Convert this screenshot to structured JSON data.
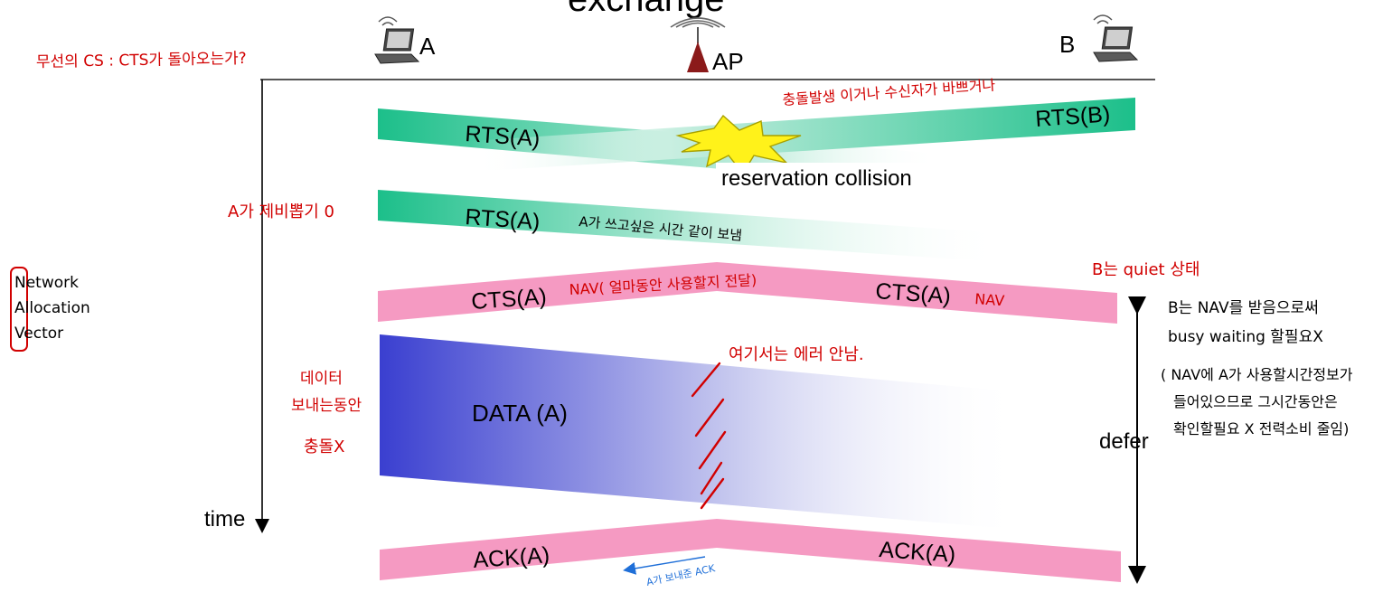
{
  "title": "exchange",
  "nodes": {
    "a": "A",
    "ap": "AP",
    "b": "B"
  },
  "time_label": "time",
  "defer_label": "defer",
  "frames": {
    "rts_a_1": "RTS(A)",
    "rts_b": "RTS(B)",
    "collision": "reservation collision",
    "rts_a_2": "RTS(A)",
    "cts_a_left": "CTS(A)",
    "cts_a_right": "CTS(A)",
    "data_a": "DATA (A)",
    "ack_a_left": "ACK(A)",
    "ack_a_right": "ACK(A)"
  },
  "notes": {
    "top_left": "무선의 CS : CTS가 돌아오는가?",
    "collision_note": "충돌발생 이거나 수신자가 바쁘거나",
    "a_zero": "A가 제비뽑기 0",
    "rts_time": "A가 쓰고싶은 시간 같이 보냄",
    "nav_left": "NAV( 얼마동안 사용할지 전달)",
    "nav_right": "NAV",
    "b_quiet": "B는 quiet 상태",
    "no_error": "여기서는 에러 안남.",
    "data_note_1": "데이터",
    "data_note_2": "보내는동안",
    "data_note_3": "충돌X",
    "b_nav_1": "B는 NAV를 받음으로써",
    "b_nav_2": "busy waiting 할필요X",
    "b_nav_3": "( NAV에 A가 사용할시간정보가",
    "b_nav_4": "들어있으므로 그시간동안은",
    "b_nav_5": "확인할필요 X 전력소비 줄임)",
    "ack_note": "A가 보내준 ACK",
    "nav_acronym": [
      "Network",
      "Allocation",
      "Vector"
    ]
  },
  "colors": {
    "rts": "#1cbf8a",
    "cts_ack": "#f59ac2",
    "data": "#3a3fd0",
    "collision": "#fff21a",
    "handwriting": "#d10000",
    "ap_tower": "#8b1a1a"
  }
}
